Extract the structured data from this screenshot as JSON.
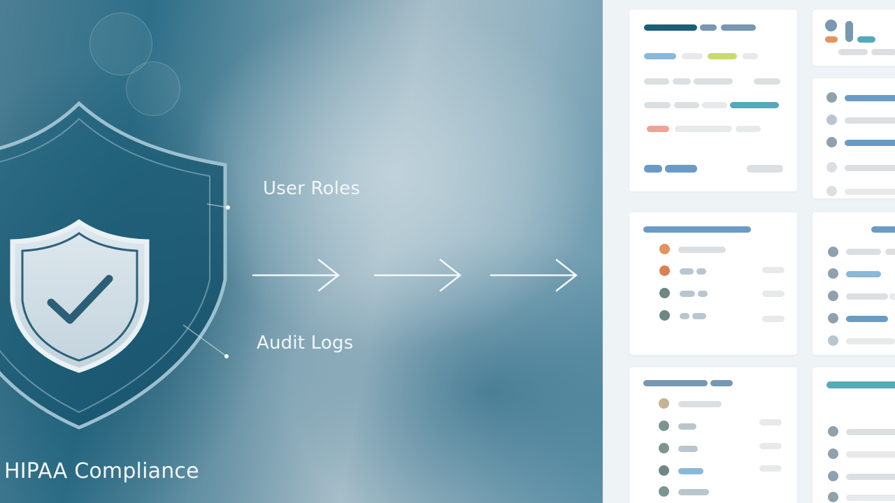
{
  "hero": {
    "labels": {
      "user_roles": "User Roles",
      "audit_logs": "Audit Logs",
      "hipaa": "HIPAA Compliance"
    },
    "icons": [
      "shield-icon",
      "checkmark-icon",
      "arrow-right-icon"
    ]
  },
  "colors": {
    "accent_navy": "#1e5e78",
    "accent_blue": "#6a9bc4",
    "accent_teal": "#56a9ba",
    "accent_orange": "#e3935e",
    "accent_lime": "#c8dc6e",
    "hero_base": "#2e6f88"
  }
}
